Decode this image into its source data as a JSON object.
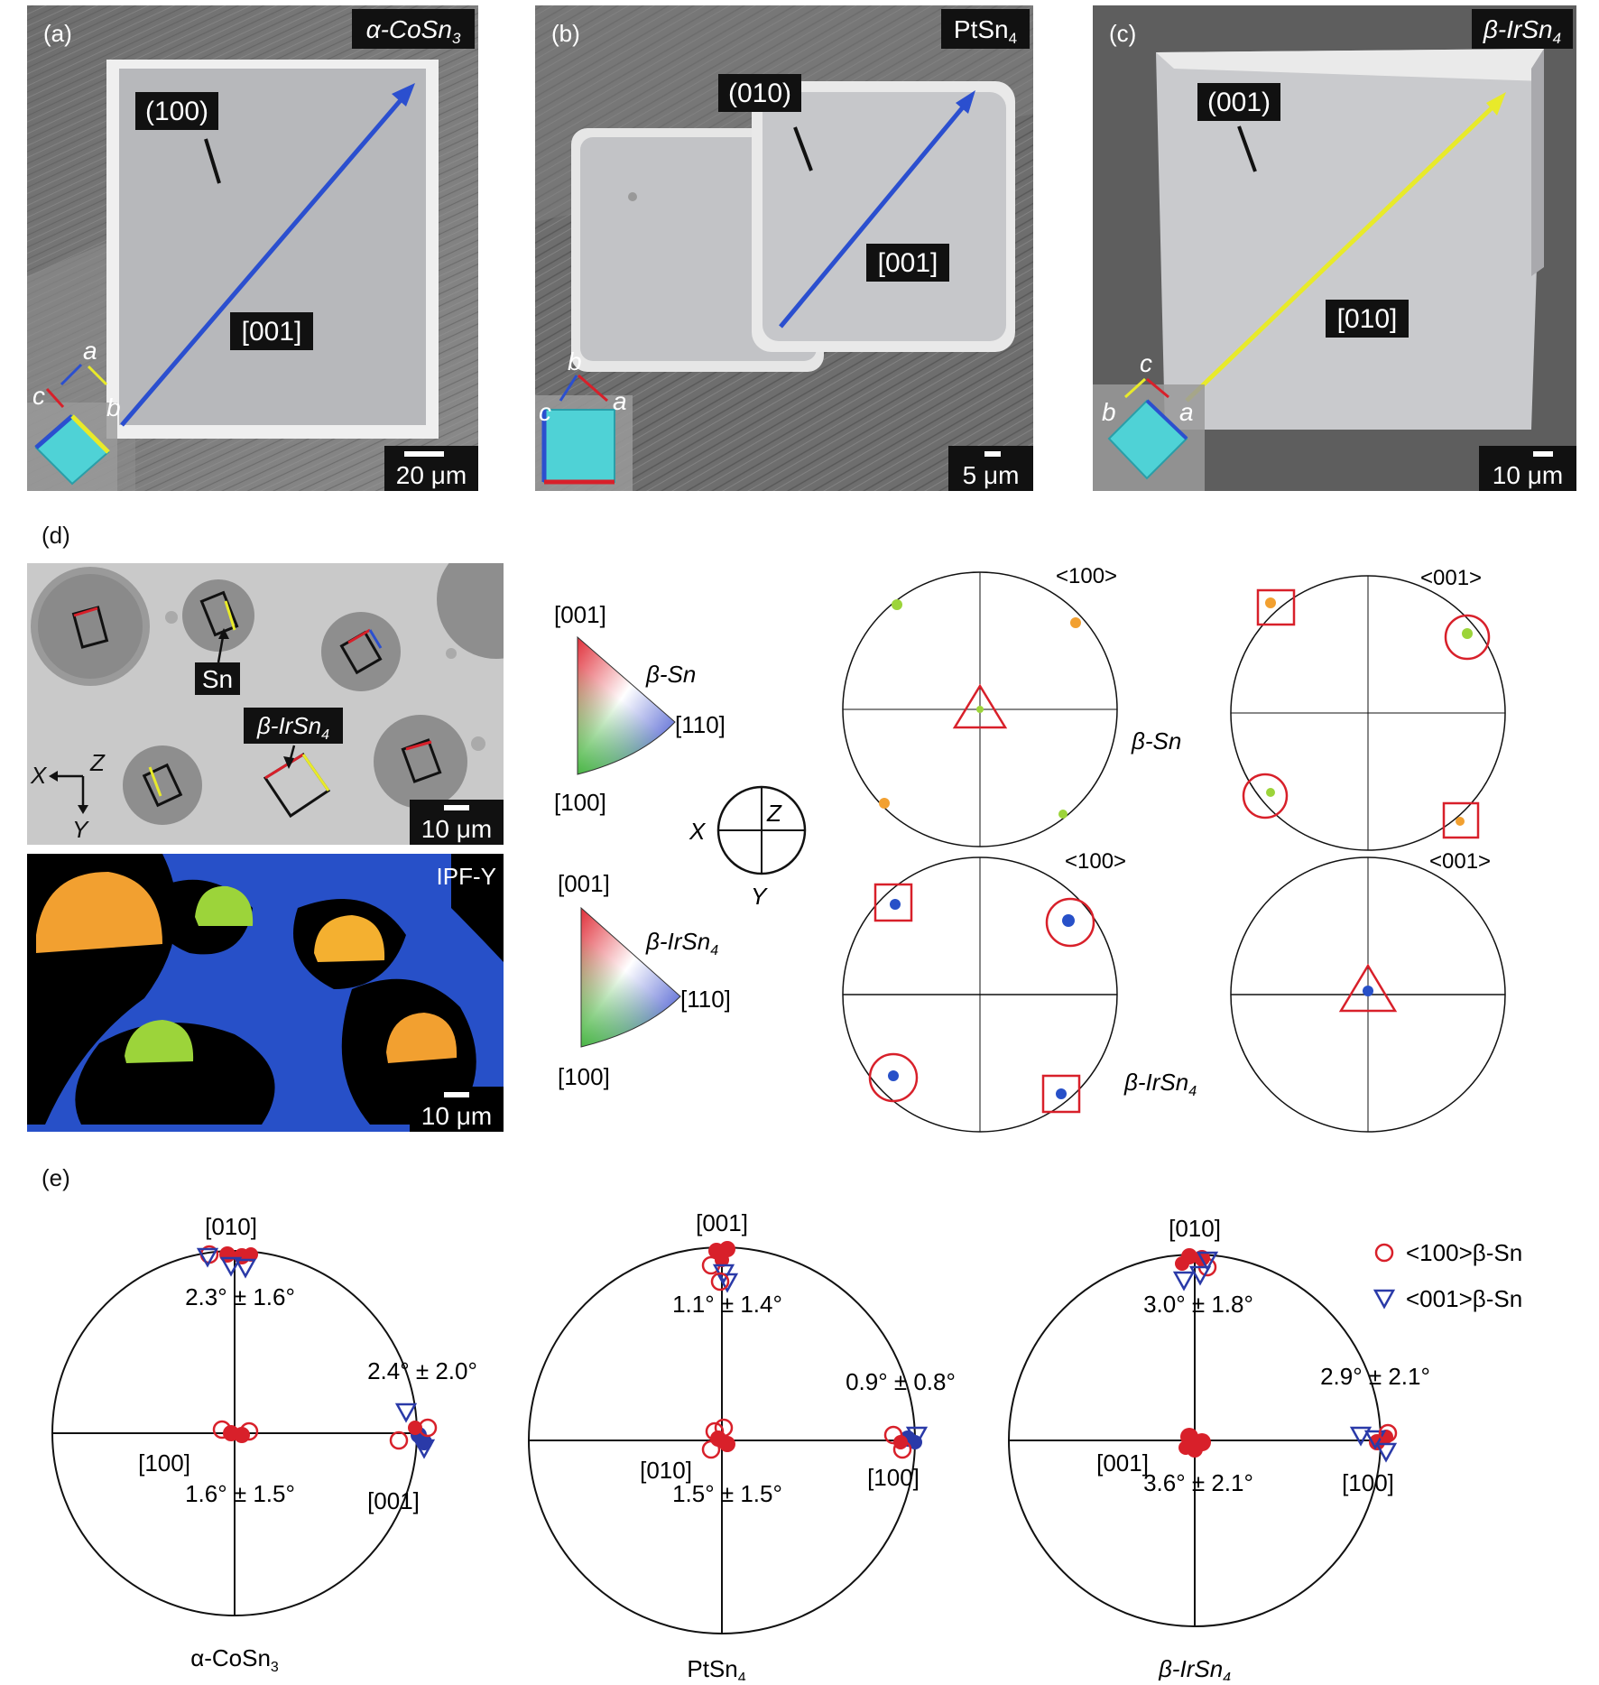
{
  "panel_labels": {
    "a": "(a)",
    "b": "(b)",
    "c": "(c)",
    "d": "(d)",
    "e": "(e)"
  },
  "panel_a": {
    "material_base": "α-CoSn",
    "material_sub": "3",
    "plane": "(100)",
    "direction": "[001]",
    "axis_a": "a",
    "axis_b": "b",
    "axis_c": "c",
    "scale": "20 μm"
  },
  "panel_b": {
    "material_base": "PtSn",
    "material_sub": "4",
    "plane": "(010)",
    "direction": "[001]",
    "axis_a": "a",
    "axis_b": "b",
    "axis_c": "c",
    "scale": "5 μm"
  },
  "panel_c": {
    "material_base": "β-IrSn",
    "material_sub": "4",
    "plane": "(001)",
    "direction": "[010]",
    "axis_a": "a",
    "axis_b": "b",
    "axis_c": "c",
    "scale": "10 μm"
  },
  "panel_d": {
    "sem_sn_label": "Sn",
    "sem_irsn_base": "β-IrSn",
    "sem_irsn_sub": "4",
    "axis_x": "X",
    "axis_y": "Y",
    "axis_z": "Z",
    "scale_sem": "10 μm",
    "scale_ipf": "10 μm",
    "ipf_label": "IPF-Y",
    "key_top": {
      "apex": "[001]",
      "right": "[110]",
      "bottom": "[100]",
      "name": "β-Sn"
    },
    "key_bottom": {
      "apex": "[001]",
      "right": "[110]",
      "bottom": "[100]",
      "name_base": "β-IrSn",
      "name_sub": "4"
    },
    "ref_axes": {
      "x": "X",
      "y": "Y",
      "z": "Z"
    },
    "pf_labels": {
      "sn_100": "<100>",
      "sn_001": "<001>",
      "ir_100": "<100>",
      "ir_001": "<001>",
      "row1": "β-Sn",
      "row2_base": "β-IrSn",
      "row2_sub": "4"
    }
  },
  "panel_e": {
    "legend": {
      "circle": "<100>β-Sn",
      "triangle": "<001>β-Sn"
    },
    "poles": [
      {
        "top": "[010]",
        "left": "[100]",
        "right": "[001]",
        "ang_top": "2.3° ± 1.6°",
        "ang_right": "2.4° ± 2.0°",
        "ang_center": "1.6° ± 1.5°",
        "caption_base": "α-CoSn",
        "caption_sub": "3"
      },
      {
        "top": "[001]",
        "left": "[010]",
        "right": "[100]",
        "ang_top": "1.1° ± 1.4°",
        "ang_right": "0.9° ± 0.8°",
        "ang_center": "1.5° ± 1.5°",
        "caption_base": "PtSn",
        "caption_sub": "4"
      },
      {
        "top": "[010]",
        "left": "[001]",
        "right": "[100]",
        "ang_top": "3.0° ± 1.8°",
        "ang_right": "2.9° ± 2.1°",
        "ang_center": "3.6° ± 2.1°",
        "caption_base": "β-IrSn",
        "caption_sub": "4"
      }
    ]
  },
  "colors": {
    "blue_arrow": "#2b4fcf",
    "yellow_arrow": "#e8ea2a",
    "red_mark": "#d8202a",
    "ipf_blue": "#2750c8",
    "ipf_orange": "#f2a030",
    "ipf_green": "#9cd43a"
  }
}
